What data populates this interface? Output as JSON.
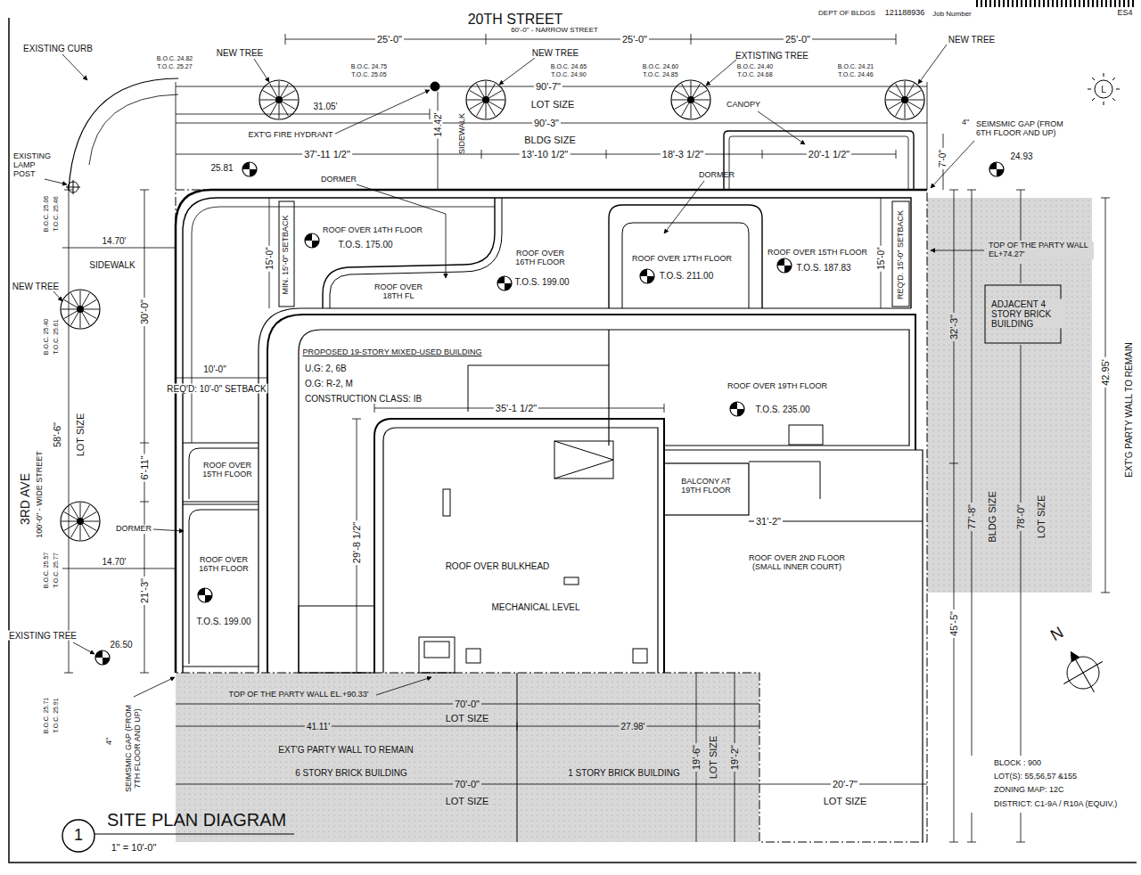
{
  "diagram": {
    "title": "SITE PLAN DIAGRAM",
    "nodes": [
      {
        "text": [
          "ROOF OVER 14TH FLOOR",
          "T.O.S. 175.00"
        ]
      },
      {
        "text": [
          "ROOF OVER 16TH FLOOR",
          "T.O.S. 199.00"
        ]
      },
      {
        "text": [
          "ROOF OVER 17TH FLOOR",
          "T.O.S. 211.00"
        ]
      },
      {
        "text": [
          "ROOF OVER 15TH FLOOR",
          "T.O.S. 187.83"
        ]
      },
      {
        "text": [
          "ROOF OVER 18TH FL"
        ]
      },
      {
        "text": [
          "ROOF OVER 19TH FLOOR",
          "T.O.S. 235.00"
        ]
      },
      {
        "text": [
          "ROOF OVER 15TH FLOOR"
        ]
      },
      {
        "text": [
          "ROOF OVER BULKHEAD",
          "MECHANICAL LEVEL"
        ]
      },
      {
        "text": [
          "BALCONY AT 19TH FLOOR"
        ]
      },
      {
        "text": [
          "ROOF OVER 2ND FLOOR (SMALL INNER COURT)"
        ]
      },
      {
        "text": [
          "ROOF OVER 16TH FLOOR",
          "T.O.S. 199.00"
        ]
      },
      {
        "text": [
          "ADJACENT 4 STORY BRICK BUILDING"
        ]
      },
      {
        "text": [
          "6 STORY BRICK BUILDING"
        ]
      },
      {
        "text": [
          "1 STORY BRICK BUILDING"
        ]
      }
    ],
    "labels": [
      "DEPT OF BLDGS",
      "121188936",
      "Job Number",
      "ES4",
      "20TH STREET",
      "60'-0\" - NARROW STREET",
      "25'-0\"",
      "25'-0\"",
      "25'-0\"",
      "EXISTING CURB",
      "NEW TREE",
      "NEW TREE",
      "EXTISTING TREE",
      "NEW TREE",
      "B.O.C. 24.82",
      "T.O.C. 25.27",
      "B.O.C. 24.75",
      "T.O.C. 25.05",
      "B.O.C. 24.65",
      "T.O.C. 24.90",
      "B.O.C. 24.60",
      "T.O.C. 24.85",
      "B.O.C. 24.40",
      "T.O.C. 24.68",
      "B.O.C. 24.21",
      "T.O.C. 24.46",
      "90'-7\"",
      "LOT SIZE",
      "90'-3\"",
      "BLDG SIZE",
      "31.05'",
      "14.42'",
      "SIDEWALK",
      "EXT'G FIRE HYDRANT",
      "CANOPY",
      "4\"",
      "SEIMSMIC GAP (FROM 6TH FLOOR AND UP)",
      "37'-11 1/2\"",
      "13'-10 1/2\"",
      "18'-3 1/2\"",
      "20'-1 1/2\"",
      "7'-0\"",
      "24.93",
      "25.81",
      "EXISTING LAMP POST",
      "DORMER",
      "DORMER",
      "B.O.C. 25.06",
      "T.O.C. 25.46",
      "MIN. 15'-0\" SETBACK",
      "15'-0\"",
      "REQ'D. 15'-0\" SETBACK",
      "15'-0\"",
      "TOP OF THE PARTY WALL EL+74.27'",
      "14.70'",
      "SIDEWALK",
      "NEW TREE",
      "30'-0\"",
      "32'-3\"",
      "42.95'",
      "EXT'G PARTY WALL TO REMAIN",
      "PROPOSED 19-STORY MIXED-USED BUILDING",
      "U.G: 2, 6B",
      "O.G: R-2, M",
      "CONSTRUCTION CLASS: IB",
      "10'-0\"",
      "REQ'D: 10'-0\" SETBACK",
      "35'-1 1/2\"",
      "3RD AVE",
      "100'-0\" - WIDE STREET",
      "58'-6\"",
      "LOT SIZE",
      "B.O.C. 25.40",
      "T.O.C. 25.61",
      "6'-11\"",
      "DORMER",
      "14.70'",
      "21'-3\"",
      "29'-8 1/2\"",
      "31'-2\"",
      "77'-8\"",
      "BLDG SIZE",
      "78'-0\"",
      "LOT SIZE",
      "45'-5\"",
      "B.O.C. 25.57",
      "T.O.C. 25.77",
      "EXISTING TREE",
      "26.50",
      "TOP OF THE PARTY WALL EL.+90.33'",
      "70'-0\"",
      "LOT SIZE",
      "41.11'",
      "27.98'",
      "EXT'G PARTY WALL TO REMAIN",
      "70'-0\"",
      "LOT SIZE",
      "19'-6\"",
      "LOT SIZE",
      "19'-2\"",
      "20'-7\"",
      "LOT SIZE",
      "B.O.C. 25.71",
      "T.O.C. 25.91",
      "SEIMSMIC GAP (FROM 7TH FLOOR AND UP)",
      "4\"",
      "BLOCK : 900",
      "LOT(S): 55,56,57 &155",
      "ZONING MAP: 12C",
      "DISTRICT: C1-9A / R10A (EQUIV.)",
      "1",
      "1\" = 10'-0\"",
      "N",
      "L"
    ]
  }
}
